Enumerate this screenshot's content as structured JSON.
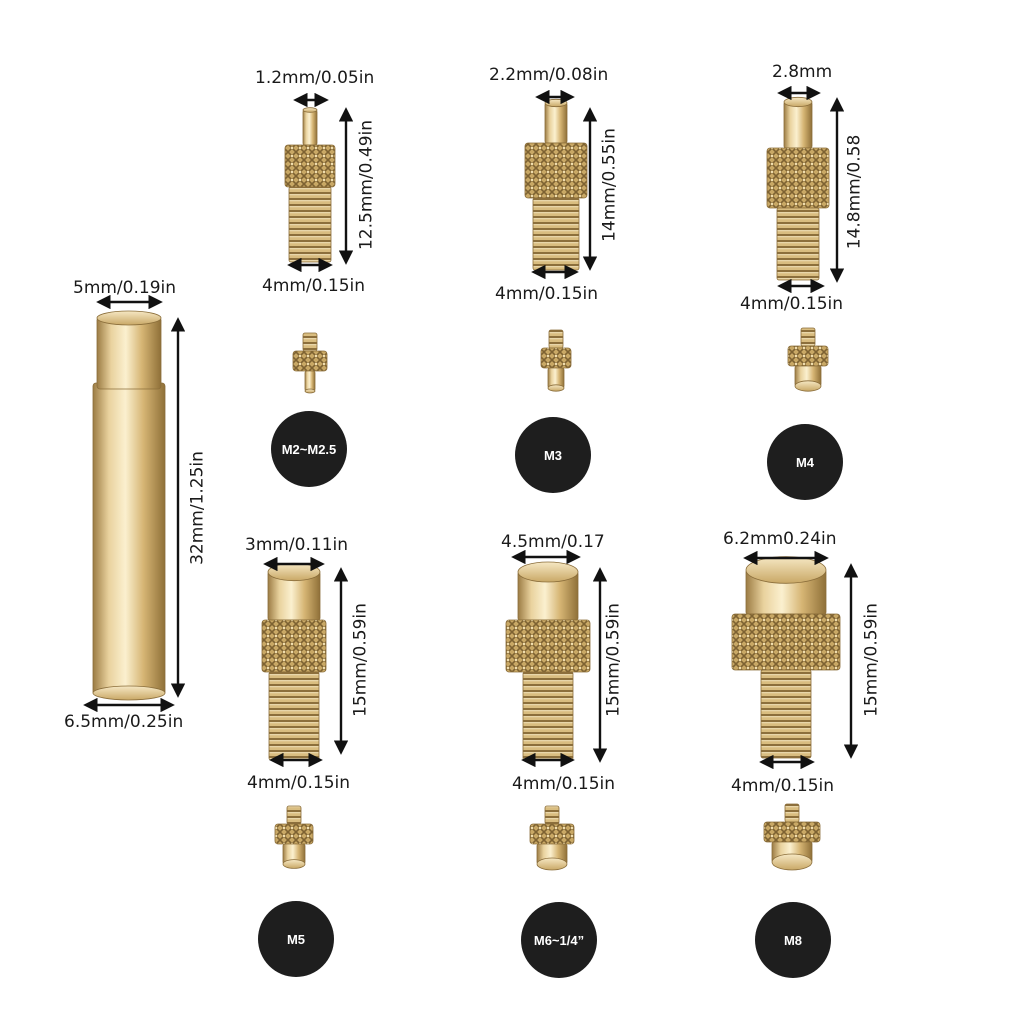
{
  "sleeve": {
    "top_diameter": "5mm/0.19in",
    "length": "32mm/1.25in",
    "bottom_diameter": "6.5mm/0.25in"
  },
  "tips": [
    {
      "size": "M2~M2.5",
      "tip_diameter": "1.2mm/0.05in",
      "length": "12.5mm/0.49in",
      "thread_diameter": "4mm/0.15in"
    },
    {
      "size": "M3",
      "tip_diameter": "2.2mm/0.08in",
      "length": "14mm/0.55in",
      "thread_diameter": "4mm/0.15in"
    },
    {
      "size": "M4",
      "tip_diameter": "2.8mm",
      "length": "14.8mm/0.58",
      "thread_diameter": "4mm/0.15in"
    },
    {
      "size": "M5",
      "tip_diameter": "3mm/0.11in",
      "length": "15mm/0.59in",
      "thread_diameter": "4mm/0.15in"
    },
    {
      "size": "M6~1/4”",
      "tip_diameter": "4.5mm/0.17",
      "length": "15mm/0.59in",
      "thread_diameter": "4mm/0.15in"
    },
    {
      "size": "M8",
      "tip_diameter": "6.2mm0.24in",
      "length": "15mm/0.59in",
      "thread_diameter": "4mm/0.15in"
    }
  ],
  "colors": {
    "brass": "#d8bc82",
    "brass_dark": "#a88a50",
    "badge": "#1e1e1e",
    "arrow": "#111111"
  }
}
